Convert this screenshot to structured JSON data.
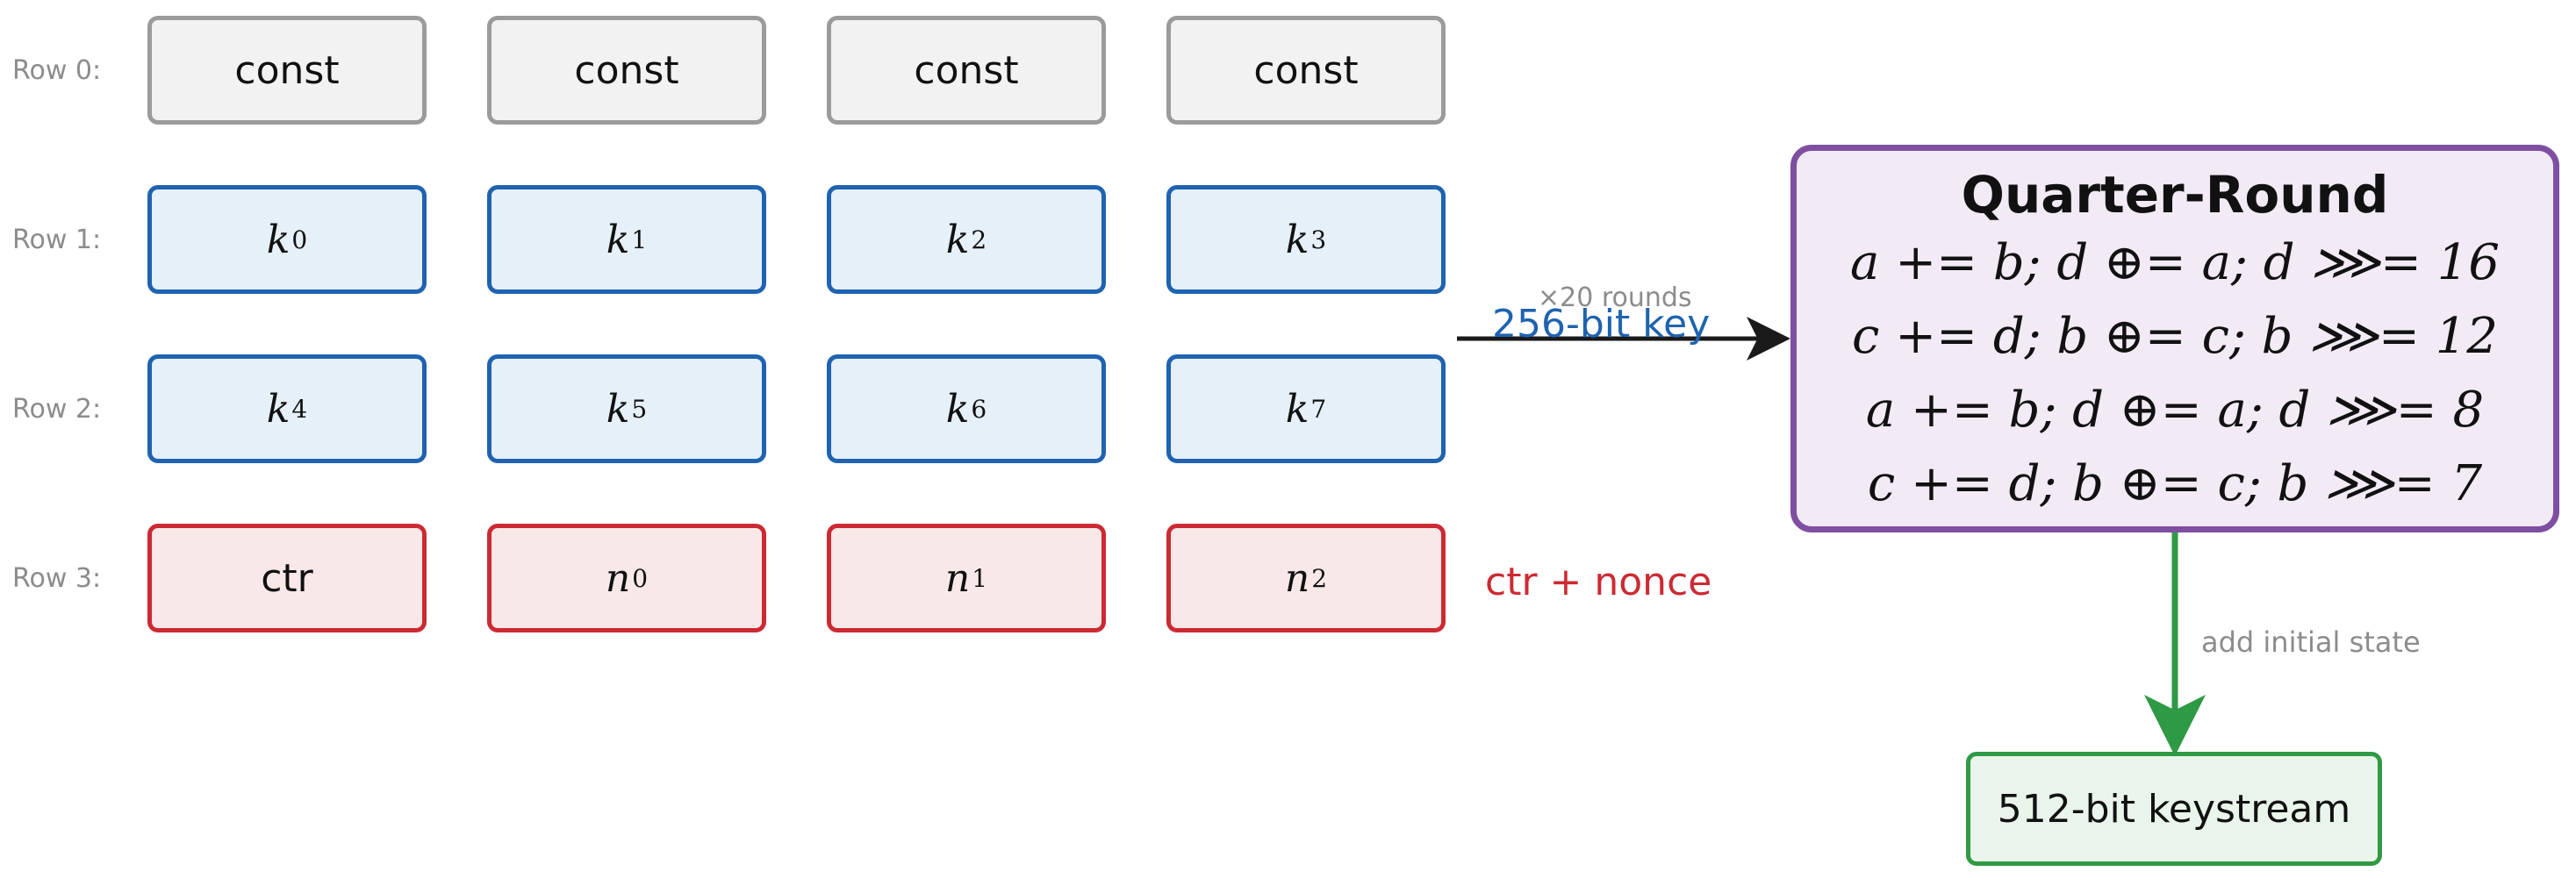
{
  "rows": [
    {
      "label": "Row 0:",
      "kind": "const",
      "cells": [
        {
          "text": "const"
        },
        {
          "text": "const"
        },
        {
          "text": "const"
        },
        {
          "text": "const"
        }
      ]
    },
    {
      "label": "Row 1:",
      "kind": "key",
      "cells": [
        {
          "base": "k",
          "sub": "0"
        },
        {
          "base": "k",
          "sub": "1"
        },
        {
          "base": "k",
          "sub": "2"
        },
        {
          "base": "k",
          "sub": "3"
        }
      ]
    },
    {
      "label": "Row 2:",
      "kind": "key",
      "cells": [
        {
          "base": "k",
          "sub": "4"
        },
        {
          "base": "k",
          "sub": "5"
        },
        {
          "base": "k",
          "sub": "6"
        },
        {
          "base": "k",
          "sub": "7"
        }
      ]
    },
    {
      "label": "Row 3:",
      "kind": "ctr",
      "cells": [
        {
          "text": "ctr"
        },
        {
          "base": "n",
          "sub": "0"
        },
        {
          "base": "n",
          "sub": "1"
        },
        {
          "base": "n",
          "sub": "2"
        }
      ]
    }
  ],
  "annotations": {
    "rounds": "×20 rounds",
    "key": "256-bit key",
    "ctr_nonce": "ctr + nonce",
    "add_initial_state": "add initial state"
  },
  "quarter_round": {
    "title": "Quarter-Round",
    "lines": [
      "a += b; d ⊕= a; d ⋙= 16",
      "c += d; b ⊕= c; b ⋙= 12",
      "a += b; d ⊕= a; d ⋙= 8",
      "c += d; b ⊕= c; b ⋙= 7"
    ]
  },
  "output": {
    "label": "512-bit keystream"
  },
  "colors": {
    "const_border": "#9b9b9b",
    "key_border": "#1f63b0",
    "ctr_border": "#cc2a33",
    "quarter_round_border": "#7f4fa1",
    "output_border": "#2f9a45",
    "main_arrow": "#1a1a1a",
    "output_arrow": "#2f9a45",
    "rounds_note": "#8c8c8c",
    "key_note": "#1f63b0",
    "ctr_note": "#cc2a33",
    "add_note": "#8c8c8c"
  }
}
